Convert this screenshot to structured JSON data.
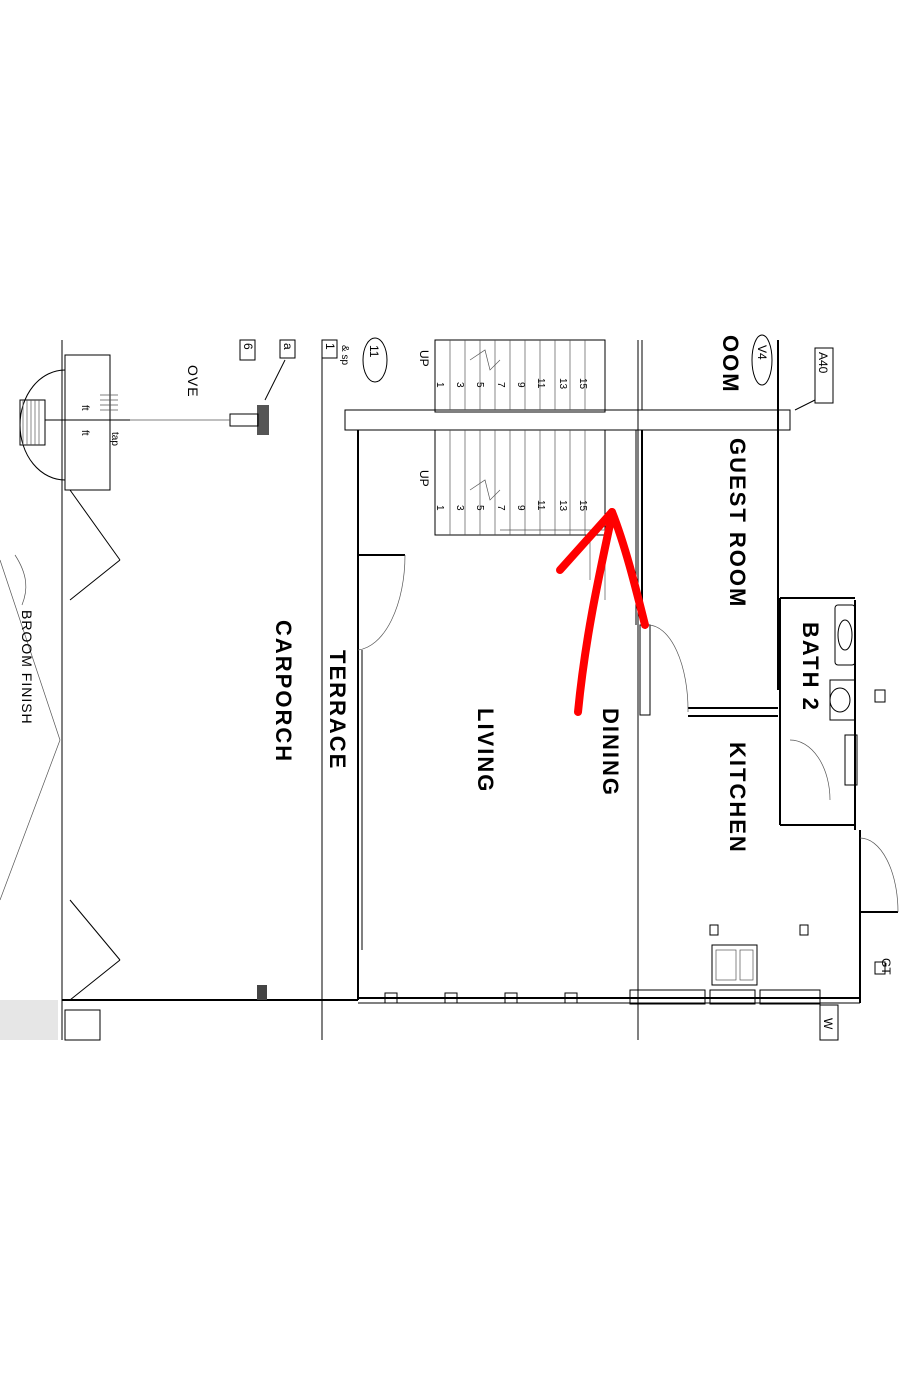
{
  "plan": {
    "rooms": {
      "guest_room": "GUEST ROOM",
      "guest_room_partial": "OOM",
      "bath_2": "BATH 2",
      "kitchen": "KITCHEN",
      "dining": "DINING",
      "living": "LIVING",
      "terrace": "TERRACE",
      "carporch": "CARPORCH"
    },
    "notes": {
      "broom_finish": "BROOM FINISH",
      "ove": "OVE",
      "tap": "tap",
      "up_left": "UP",
      "up_right": "UP",
      "gt": "GT",
      "sp": "& sp",
      "w_tag": "W"
    },
    "tags": {
      "a40": "A40",
      "v4": "V4",
      "t11": "11",
      "t1": "1",
      "t6": "6",
      "ta": "a",
      "ft1": "ft",
      "ft2": "ft"
    },
    "stair_numbers_left": [
      "1",
      "3",
      "5",
      "7",
      "9",
      "11",
      "13",
      "15"
    ],
    "stair_numbers_right": [
      "1",
      "3",
      "5",
      "7",
      "9",
      "11",
      "13",
      "15"
    ],
    "annotation_color": "#ff0000"
  }
}
